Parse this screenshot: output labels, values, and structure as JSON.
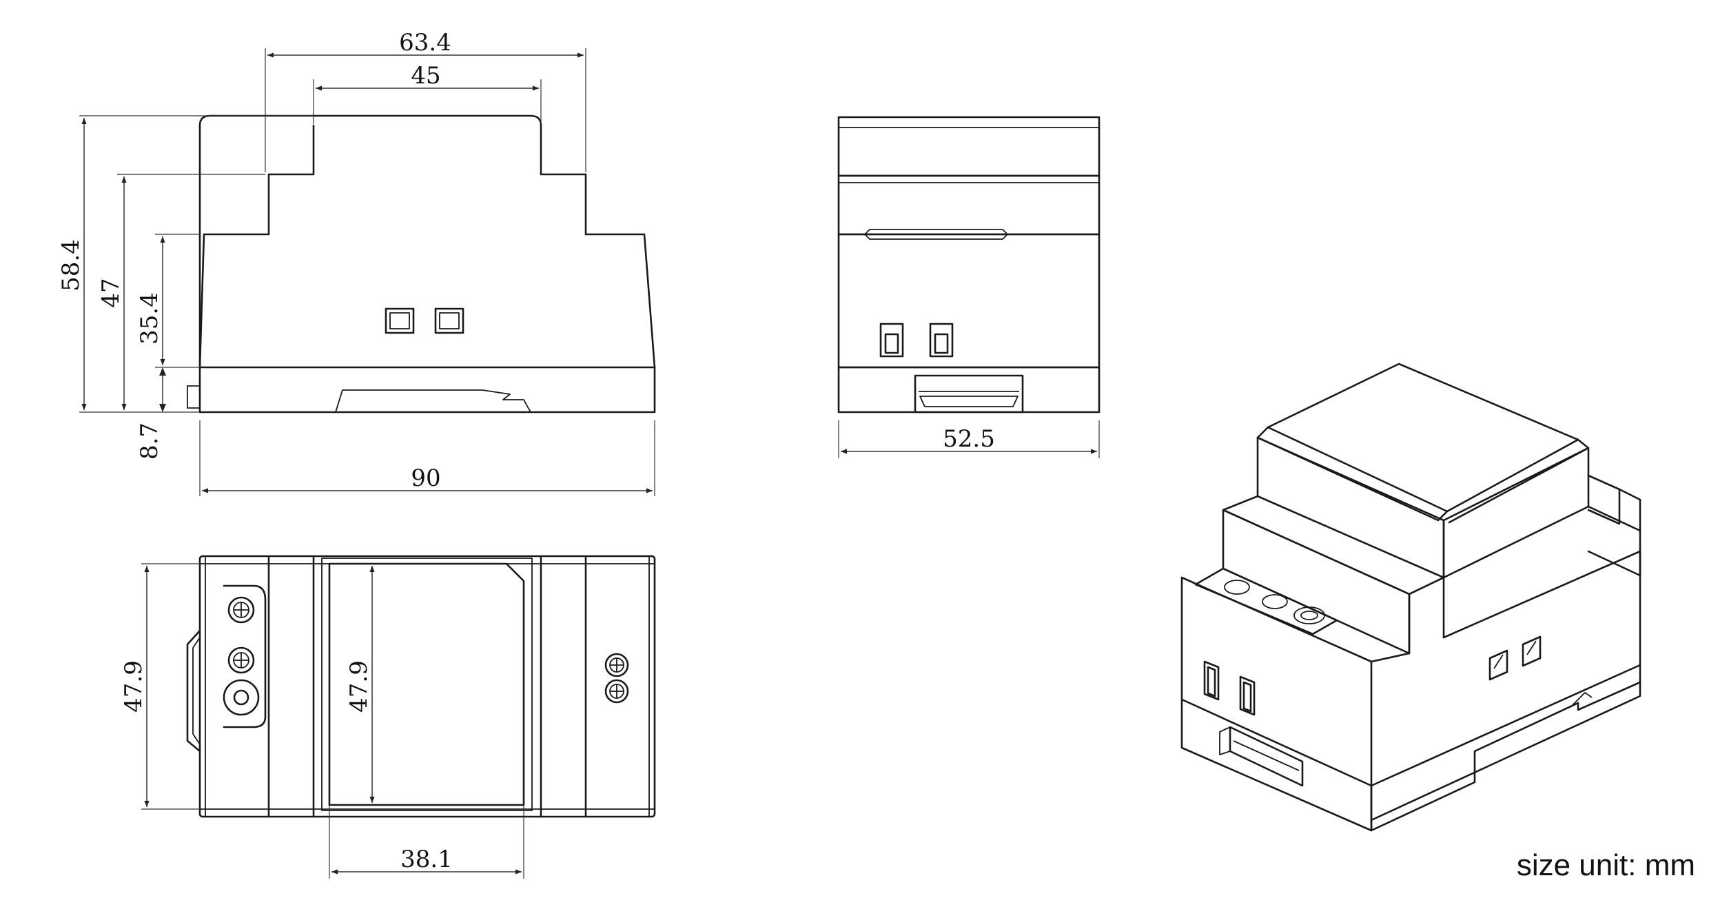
{
  "views": {
    "front": {
      "width_label": "90",
      "top_outer_label": "63.4",
      "top_inner_label": "45",
      "height_total_label": "58.4",
      "height_mid_label": "47",
      "height_low_label": "35.4",
      "base_label": "8.7"
    },
    "side": {
      "width_label": "52.5"
    },
    "top": {
      "depth_outer_label": "47.9",
      "depth_inner_label": "47.9",
      "window_label": "38.1"
    }
  },
  "footer": {
    "unit_label": "size unit: mm"
  }
}
